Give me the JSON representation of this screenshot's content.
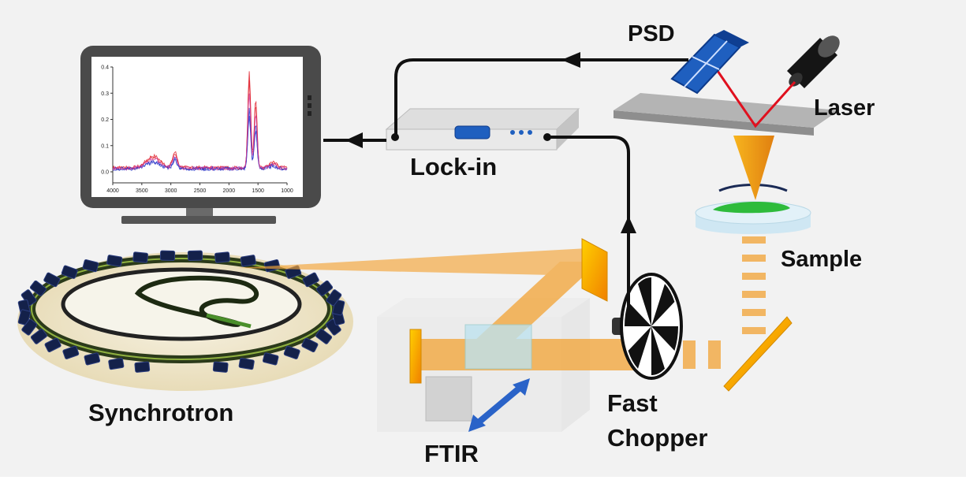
{
  "labels": {
    "psd": "PSD",
    "laser": "Laser",
    "lockin": "Lock-in",
    "sample": "Sample",
    "synchrotron": "Synchrotron",
    "ftir": "FTIR",
    "fast": "Fast",
    "chopper": "Chopper"
  },
  "monitor": {
    "x_ticks": [
      "4000",
      "3500",
      "3000",
      "2500",
      "2000",
      "1500",
      "1000"
    ],
    "y_ticks": [
      "0.4",
      "0.3",
      "0.2",
      "0.1",
      "0.0"
    ]
  },
  "colors": {
    "beam": "#f3a63b",
    "signal_line": "#111111",
    "laser_line": "#e0101e",
    "psd": "#1f5fbf",
    "sample": "#2ebb3c",
    "spectrum_red": "#e0202c",
    "spectrum_blue": "#2a34c8"
  }
}
